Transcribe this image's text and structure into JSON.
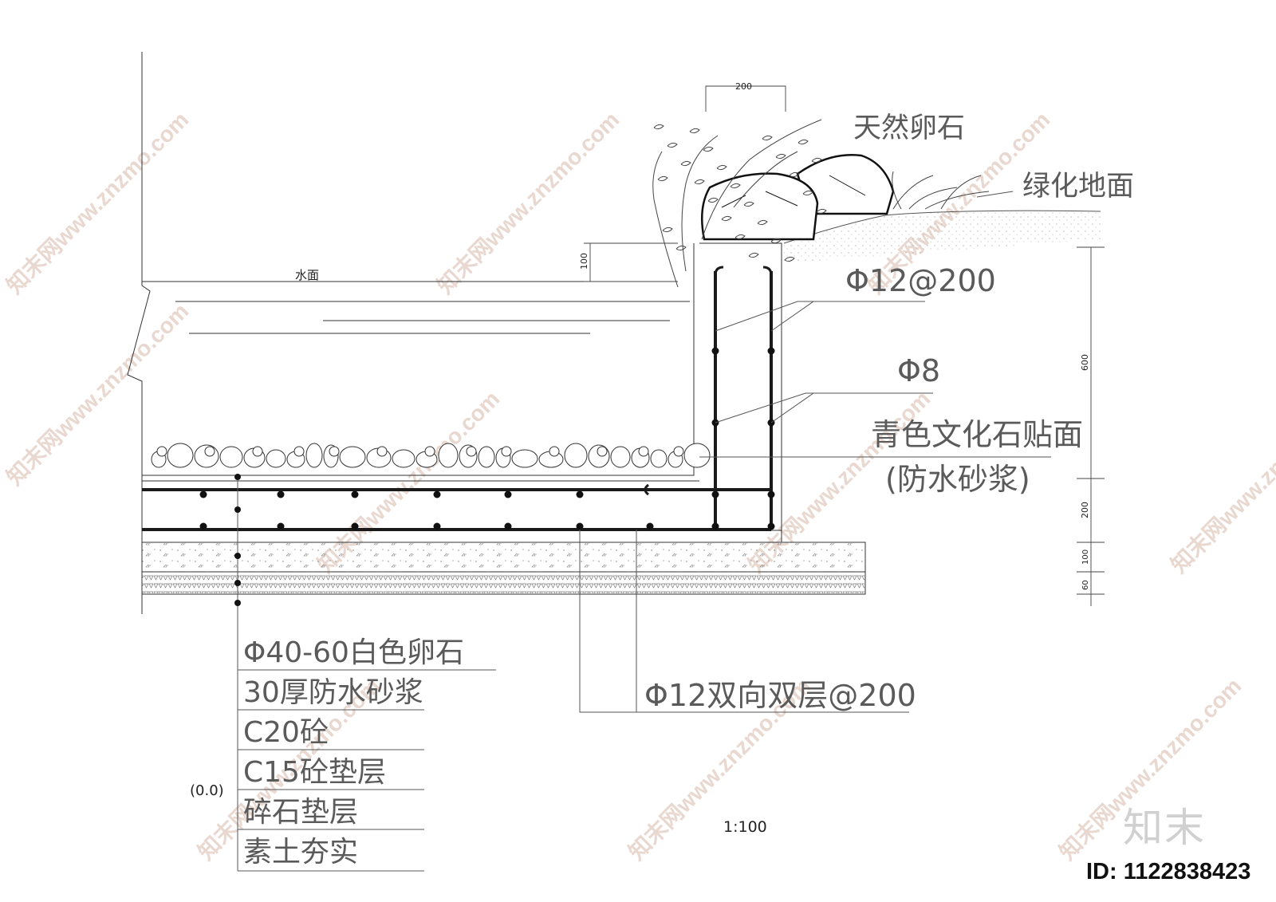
{
  "labels": {
    "natural_pebble": "天然卵石",
    "green_ground": "绿化地面",
    "water_surface": "水面",
    "rebar_main": "Φ12@200",
    "rebar_dist": "Φ8",
    "facing_1": "青色文化石贴面",
    "facing_2": "(防水砂浆)",
    "rebar_slab": "Φ12双向双层@200",
    "scale": "1:100",
    "origin": "(0.0)"
  },
  "layers": [
    "Φ40-60白色卵石",
    "30厚防水砂浆",
    "C20砼",
    "C15砼垫层",
    "碎石垫层",
    "素土夯实"
  ],
  "dimensions": {
    "top_width": "200",
    "freeboard": "100",
    "wall_height": "600",
    "slab": "200",
    "cushion": "100",
    "gravel": "60"
  },
  "watermark_text": "知末网www.znzmo.com",
  "logo": "知末",
  "id_label": "ID: 1122838423"
}
